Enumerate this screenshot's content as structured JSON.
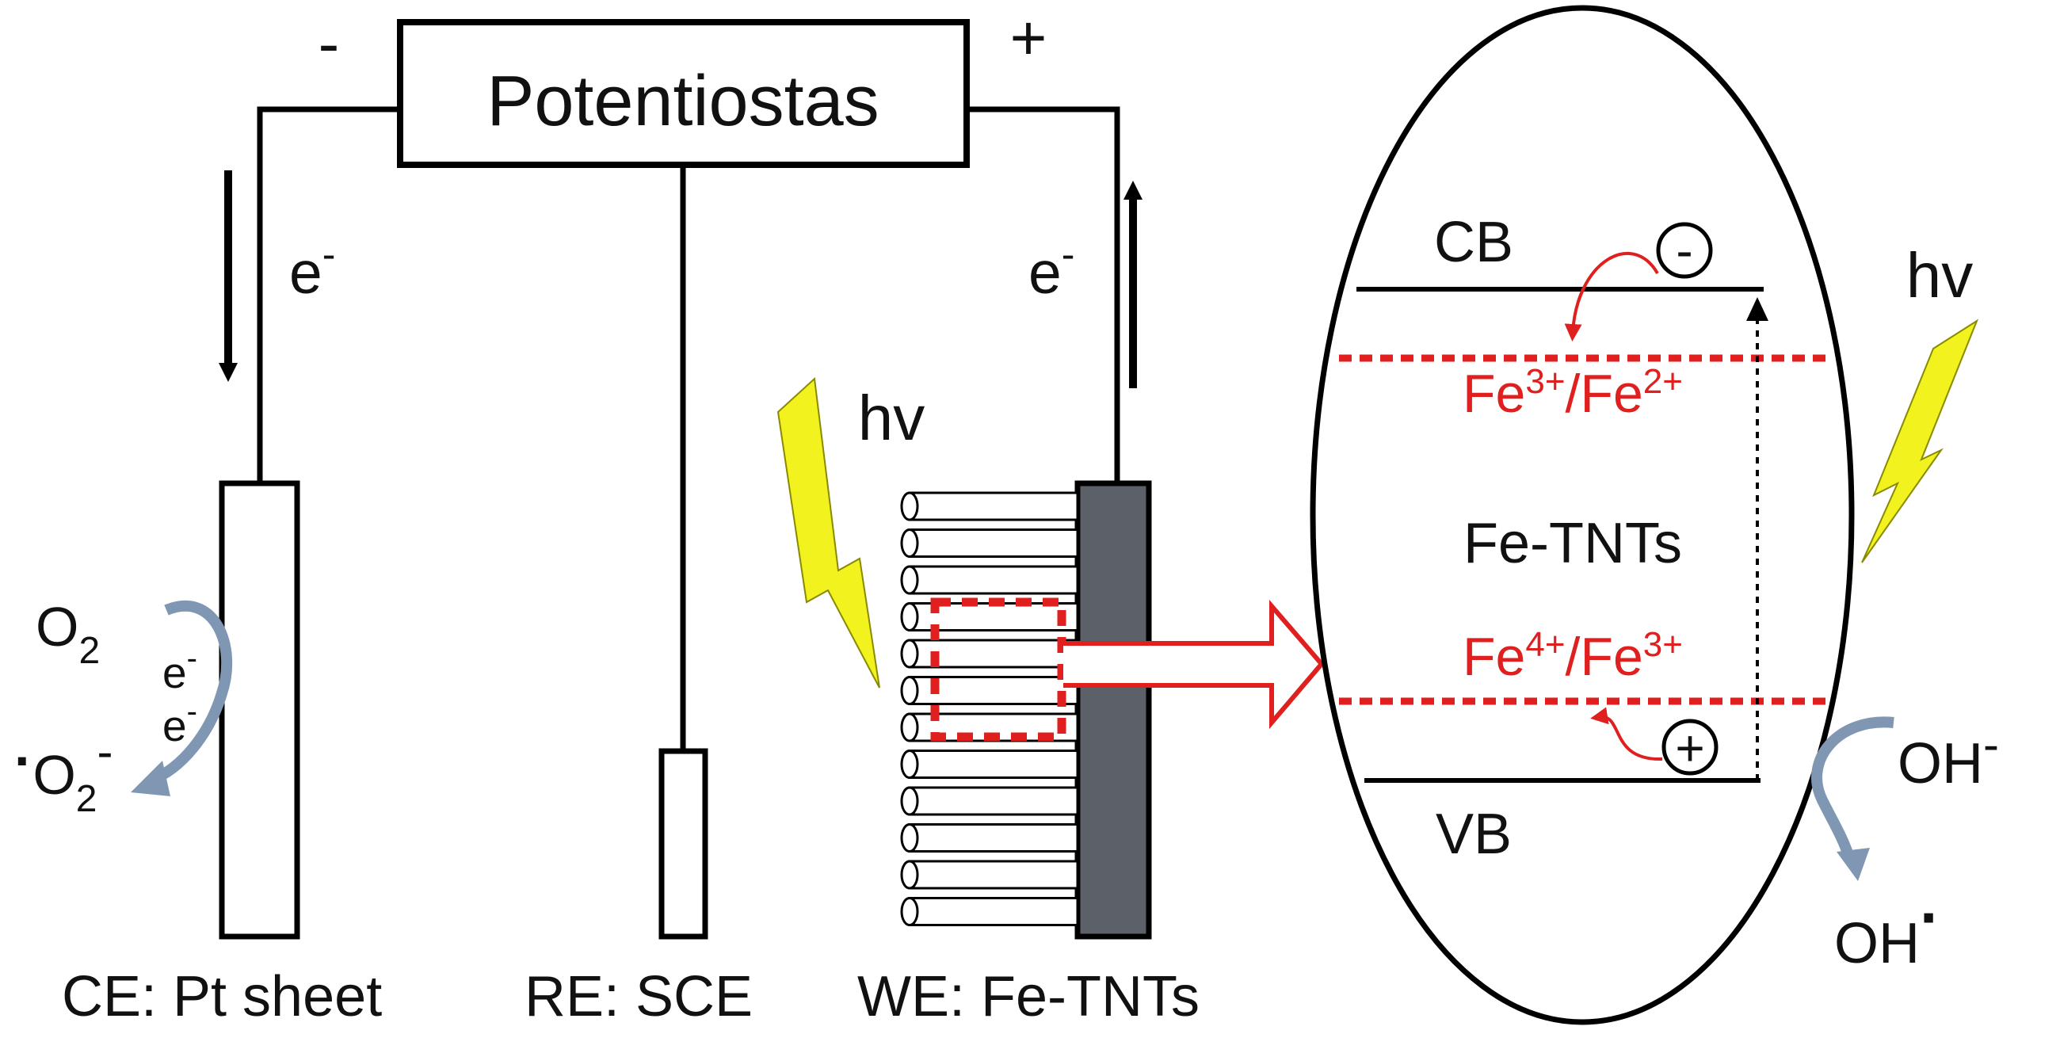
{
  "circuit": {
    "instrument_label": "Potentiostas",
    "minus_terminal": "-",
    "plus_terminal": "+",
    "electron_symbol": "e",
    "electron_superscript": "-"
  },
  "electrodes": {
    "counter": "CE: Pt sheet",
    "reference": "RE: SCE",
    "working": "WE: Fe-TNTs"
  },
  "light": {
    "photon_base": "hv"
  },
  "counter_reaction": {
    "reactant": "O",
    "reactant_sub": "2",
    "electron_1": "e",
    "electron_1_sup": "-",
    "electron_2": "e",
    "electron_2_sup": "-",
    "product_dot": "·",
    "product": "O",
    "product_sub": "2",
    "product_sup": "-"
  },
  "band_diagram": {
    "cb_label": "CB",
    "vb_label": "VB",
    "center_label": "Fe-TNTs",
    "electron_charge": "-",
    "hole_charge": "+",
    "upper_level": {
      "a": "Fe",
      "a_sup": "3+",
      "slash": "/Fe",
      "b_sup": "2+"
    },
    "lower_level": {
      "a": "Fe",
      "a_sup": "4+",
      "slash": "/Fe",
      "b_sup": "3+"
    }
  },
  "anode_reaction": {
    "reactant": "OH",
    "reactant_sup": "-",
    "product": "OH",
    "product_dot": "·"
  },
  "colors": {
    "red": "#e0201e",
    "lightning": "#f2f21e",
    "swirl_arrow": "#7f97b3",
    "electrode_dark": "#5c6068"
  }
}
